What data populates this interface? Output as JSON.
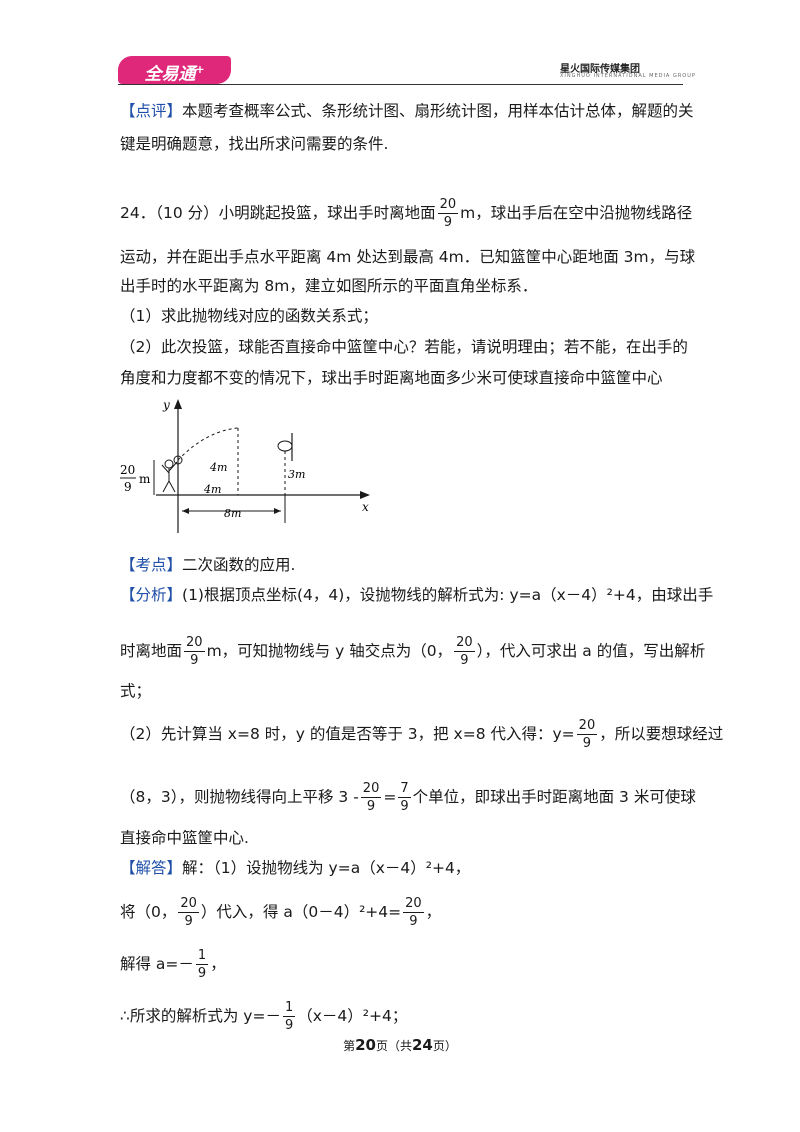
{
  "header": {
    "logo_text": "全易通",
    "logo_plus": "+",
    "brand": "星火国际传媒集团",
    "brand_sub": "XINGHUO INTERNATIONAL MEDIA GROUP"
  },
  "review": {
    "tag": "【点评】",
    "line1": "本题考查概率公式、条形统计图、扇形统计图，用样本估计总体，解题的关",
    "line2": "键是明确题意，找出所求问需要的条件."
  },
  "problem": {
    "line1_a": "24．（10 分）小明跳起投篮，球出手时离地面",
    "line1_frac_n": "20",
    "line1_frac_d": "9",
    "line1_b": "m，球出手后在空中沿抛物线路径",
    "line2": "运动，并在距出手点水平距离 4m 处达到最高 4m．已知篮筐中心距地面 3m，与球",
    "line3": "出手时的水平距离为 8m，建立如图所示的平面直角坐标系．",
    "q1": "（1）求此抛物线对应的函数关系式；",
    "q2_line1": "（2）此次投篮，球能否直接命中篮筐中心？若能，请说明理由；若不能，在出手的",
    "q2_line2": "角度和力度都不变的情况下，球出手时距离地面多少米可使球直接命中篮筐中心"
  },
  "figure": {
    "y_label": "y",
    "x_label": "x",
    "height_n": "20",
    "height_d": "9",
    "height_unit": "m",
    "label_4m_a": "4m",
    "label_4m_b": "4m",
    "label_3m": "3m",
    "label_8m": "8m"
  },
  "kaodian": {
    "tag": "【考点】",
    "text": "二次函数的应用."
  },
  "fenxi": {
    "tag": "【分析】",
    "l1": "(1)根据顶点坐标(4，4)，设抛物线的解析式为: y=a（x－4）²+4，由球出手",
    "l2_a": "时离地面",
    "l2_n": "20",
    "l2_d": "9",
    "l2_b": "m，可知抛物线与 y 轴交点为（0，",
    "l2_n2": "20",
    "l2_d2": "9",
    "l2_c": "），代入可求出 a 的值，写出解析",
    "l3": "式；",
    "l4_a": "（2）先计算当 x=8 时，y 的值是否等于 3，把 x=8 代入得：y=",
    "l4_n": "20",
    "l4_d": "9",
    "l4_b": "，所以要想球经过",
    "l5_a": "（8，3），则抛物线得向上平移 3 -",
    "l5_n": "20",
    "l5_d": "9",
    "l5_eq": "=",
    "l5_n2": "7",
    "l5_d2": "9",
    "l5_b": "个单位，即球出手时距离地面 3 米可使球",
    "l6": "直接命中篮筐中心."
  },
  "jieda": {
    "tag": "【解答】",
    "l1": "解：（1）设抛物线为 y=a（x－4）²+4，",
    "l2_a": "将（0，",
    "l2_n": "20",
    "l2_d": "9",
    "l2_b": "）代入，得 a（0－4）²+4=",
    "l2_n2": "20",
    "l2_d2": "9",
    "l2_c": "，",
    "l3_a": "解得 a=－",
    "l3_n": "1",
    "l3_d": "9",
    "l3_b": "，",
    "l4_a": "∴所求的解析式为 y=－",
    "l4_n": "1",
    "l4_d": "9",
    "l4_b": "（x－4）²+4；"
  },
  "footer": {
    "p1": "第",
    "page": "20",
    "p2": "页（共",
    "total": "24",
    "p3": "页）"
  }
}
